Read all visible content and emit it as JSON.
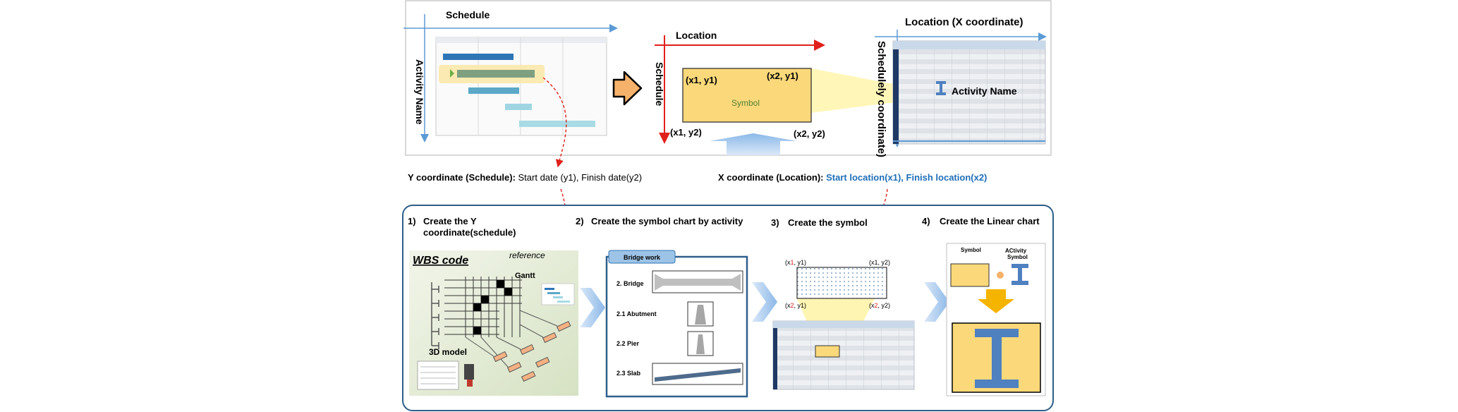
{
  "top": {
    "gantt": {
      "x_axis": "Schedule",
      "y_axis": "Activity Name"
    },
    "symbol_panel": {
      "x_axis": "Location",
      "y_axis": "Schedule",
      "symbol_label": "Symbol",
      "corners": {
        "tl": "(x1, y1)",
        "tr": "(x2, y1)",
        "bl": "(x1, y2)",
        "br": "(x2, y2)"
      }
    },
    "linear_panel": {
      "x_axis": "Location  (X coordinate)",
      "y_axis": "Schedulely coordinate)",
      "activity_label": "Activity Name"
    },
    "y_coordinate": {
      "prefix": "Y coordinate (Schedule): ",
      "text": "Start date (y1), Finish date(y2)"
    },
    "x_coordinate": {
      "prefix": "X coordinate (Location): ",
      "text": "Start location(x1), Finish location(x2)"
    }
  },
  "steps": [
    {
      "num": "1)",
      "line1": "Create the Y",
      "line2": "coordinate(schedule)"
    },
    {
      "num": "2)",
      "line1": "Create the symbol chart by activity"
    },
    {
      "num": "3)",
      "line1": "Create the symbol"
    },
    {
      "num": "4)",
      "line1": "Create the Linear chart"
    }
  ],
  "step1": {
    "wbs": "WBS code",
    "reference": "reference",
    "gantt": "Gantt",
    "model": "3D model"
  },
  "step2": {
    "header": "Bridge work",
    "rows": [
      "2. Bridge",
      "2.1 Abutment",
      "2.2 Pier",
      "2.3 Slab"
    ]
  },
  "step3": {
    "tl_a": "(x",
    "tl_b": "1",
    "tl_c": ", y1)",
    "tr": "(x1, y2)",
    "bl_a": "(x",
    "bl_b": "2",
    "bl_c": ", y1)",
    "br_a": "(x",
    "br_b": "2",
    "br_c": ", y2)"
  },
  "step4": {
    "symbol": "Symbol",
    "activity_symbol_1": "ACtivity",
    "activity_symbol_2": "Symbol"
  },
  "colors": {
    "accent_blue": "#5b9bd5",
    "arrow_red": "#e0201b",
    "symbol_fill": "#fbd97a",
    "orange_arrow": "#f6b26b",
    "text_blue": "#1f6fb8"
  }
}
